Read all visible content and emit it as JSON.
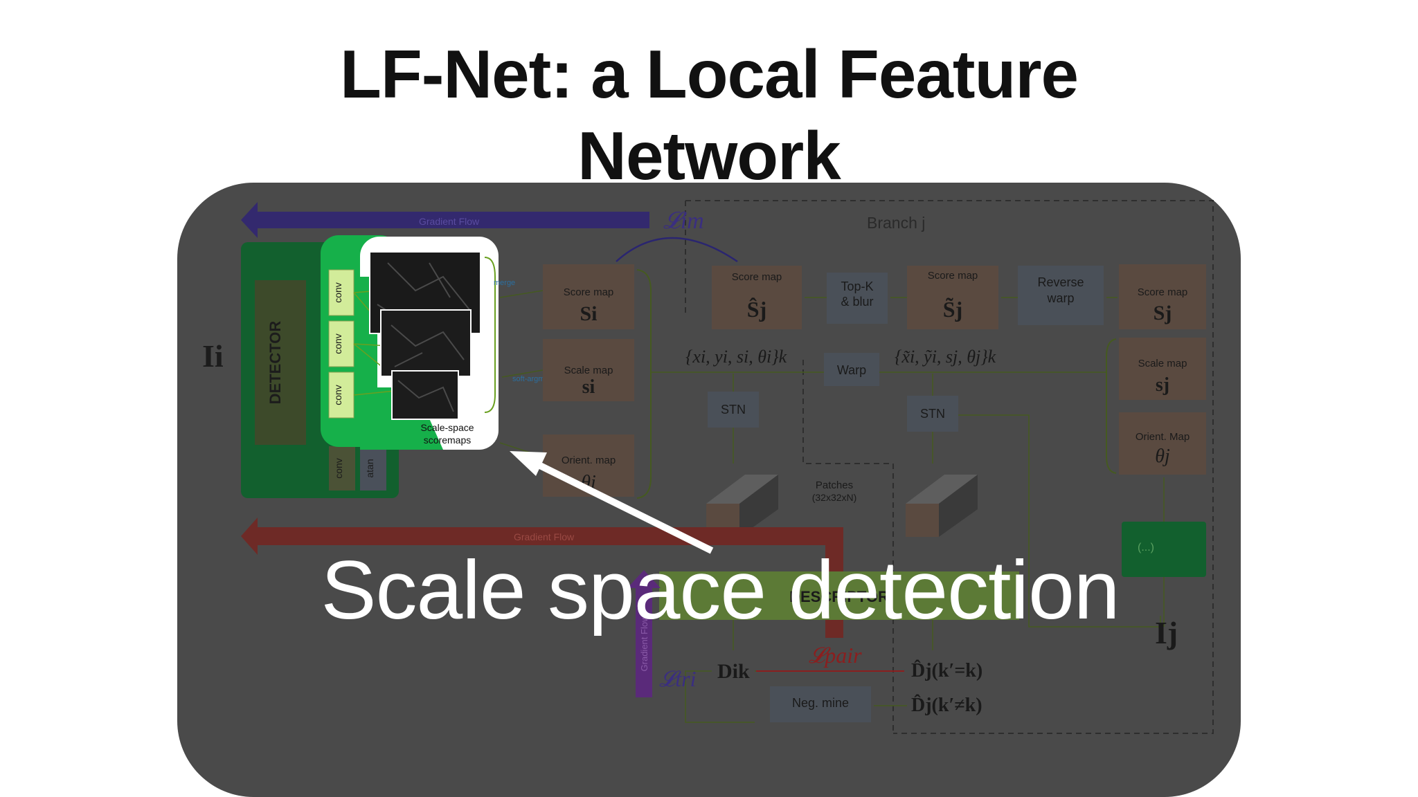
{
  "slide": {
    "title_line1": "LF-Net: a Local Feature",
    "title_line2": "Network",
    "caption": "Scale space detection"
  },
  "diagram": {
    "gradient_flow_top": "Gradient Flow",
    "gradient_flow_mid": "Gradient Flow",
    "gradient_flow_vertical": "Gradient Flow",
    "loss_im": "𝓛im",
    "loss_pair": "𝓛pair",
    "loss_tri": "𝓛tri",
    "branch_label": "Branch j",
    "input_i": "Ii",
    "input_j": "Ij",
    "detector_label": "DETECTOR",
    "descriptor_label": "DESCRIPTOR",
    "conv_labels": [
      "conv",
      "conv",
      "conv"
    ],
    "conv_bottom": "conv",
    "atan_label": "atan",
    "merge_label": "merge",
    "softargmax_label": "soft-argmax",
    "scorespace_label_1": "Scale-space",
    "scorespace_label_2": "scoremaps",
    "score_map_i": "Score map",
    "scale_map_i": "Scale map",
    "orient_map_i": "Orient. map",
    "score_map_hat": "Score map",
    "topk_label_1": "Top-K",
    "topk_label_2": "& blur",
    "score_map_tilde": "Score map",
    "reverse_warp_1": "Reverse",
    "reverse_warp_2": "warp",
    "score_map_j": "Score map",
    "scale_map_j": "Scale map",
    "orient_map_j": "Orient. Map",
    "keypoints_i": "{xi, yi, si, θi}k",
    "keypoints_j": "{x̃i, ỹi, sj, θj}k",
    "warp_label": "Warp",
    "stn_left": "STN",
    "stn_right": "STN",
    "patches_1": "Patches",
    "patches_2": "(32x32xN)",
    "ellipsis_box": "(...)",
    "neg_mine": "Neg. mine",
    "desc_i": "Dik",
    "desc_j_pos": "D̂j(k′=k)",
    "desc_j_neg": "D̂j(k′≠k)",
    "sym_S_i": "Si",
    "sym_s_i": "si",
    "sym_theta_i": "θi",
    "sym_S_hat_j": "Ŝj",
    "sym_S_tilde_j": "S̃j",
    "sym_S_j": "Sj",
    "sym_s_j": "sj",
    "sym_theta_j": "θj"
  },
  "colors": {
    "overlay": "#4a4a4a",
    "highlight_green": "#16b04a",
    "detector_green": "#1f7a3a",
    "gradient_blue": "#3b2a8a",
    "gradient_red": "#8b2e2a",
    "caption_text": "#ffffff"
  }
}
